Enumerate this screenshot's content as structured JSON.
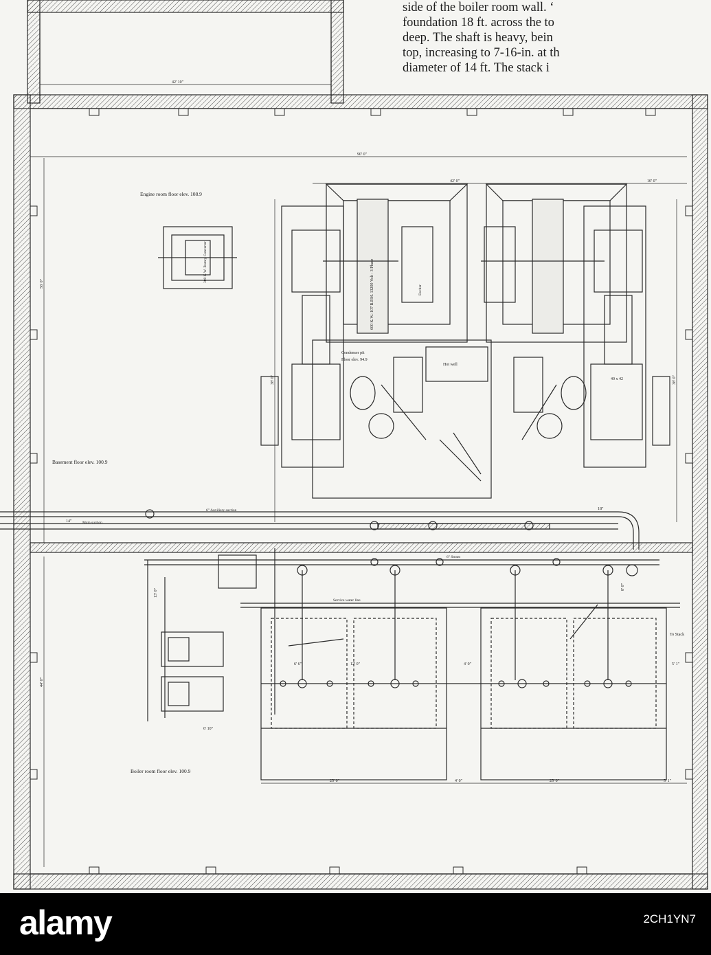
{
  "text_snippet": [
    "side of the boiler room wall. ‘",
    "foundation 18 ft. across the to",
    "deep.  The shaft is heavy, bein",
    "top, increasing to 7-16-in. at th",
    "diameter of 14 ft.  The stack i"
  ],
  "labels": {
    "engine_room": "Engine room floor elev. 108.9",
    "basement": "Basement floor elev. 100.9",
    "boiler_room": "Boiler room floor elev. 100.9",
    "condenser_pit": "Condenser pit",
    "condenser_floor": "Floor elev. 94.9",
    "hot_well": "Hot well",
    "to_stack": "To Stack",
    "generator": "600 K.W.-107 R.P.M. 13200 Volt - 3 Phase",
    "rotary_converter": "300 K.W. Rotary Converter",
    "cylinders": "40 x 42",
    "main_suction": "Main suction",
    "aux_suction": "6\" Auxiliary suction",
    "steam_line": "6\" Steam",
    "service_water": "Service water line",
    "exciter_label": "Exciter"
  },
  "dimensions": {
    "top_width": "42' 10\"",
    "total_width": "90' 0\"",
    "engine_spacing": "42' 0\"",
    "right_offset": "10' 0\"",
    "left_height": "56' 0\"",
    "boiler_height": "44' 0\"",
    "pit_height_left": "38' 0\"",
    "pit_height_right": "38' 0\"",
    "boiler_a": "6' 6\"",
    "boiler_b": "12' 0\"",
    "boiler_c": "4' 0\"",
    "boiler_d": "5' 1\"",
    "bottom_a": "25' 0\"",
    "bottom_b": "4' 0\"",
    "bottom_c": "25' 0\"",
    "bottom_d": "5' 1\"",
    "small_a": "13' 0\"",
    "small_b": "6' 10\"",
    "pipe_14": "14\"",
    "pipe_18": "18\"",
    "pipe_8": "8' 0\""
  },
  "footer": {
    "brand": "alamy",
    "image_code": "2CH1YN7"
  },
  "colors": {
    "ink": "#2a2a2a",
    "paper": "#f5f5f2",
    "footer_bg": "#000000",
    "footer_text": "#ffffff"
  }
}
